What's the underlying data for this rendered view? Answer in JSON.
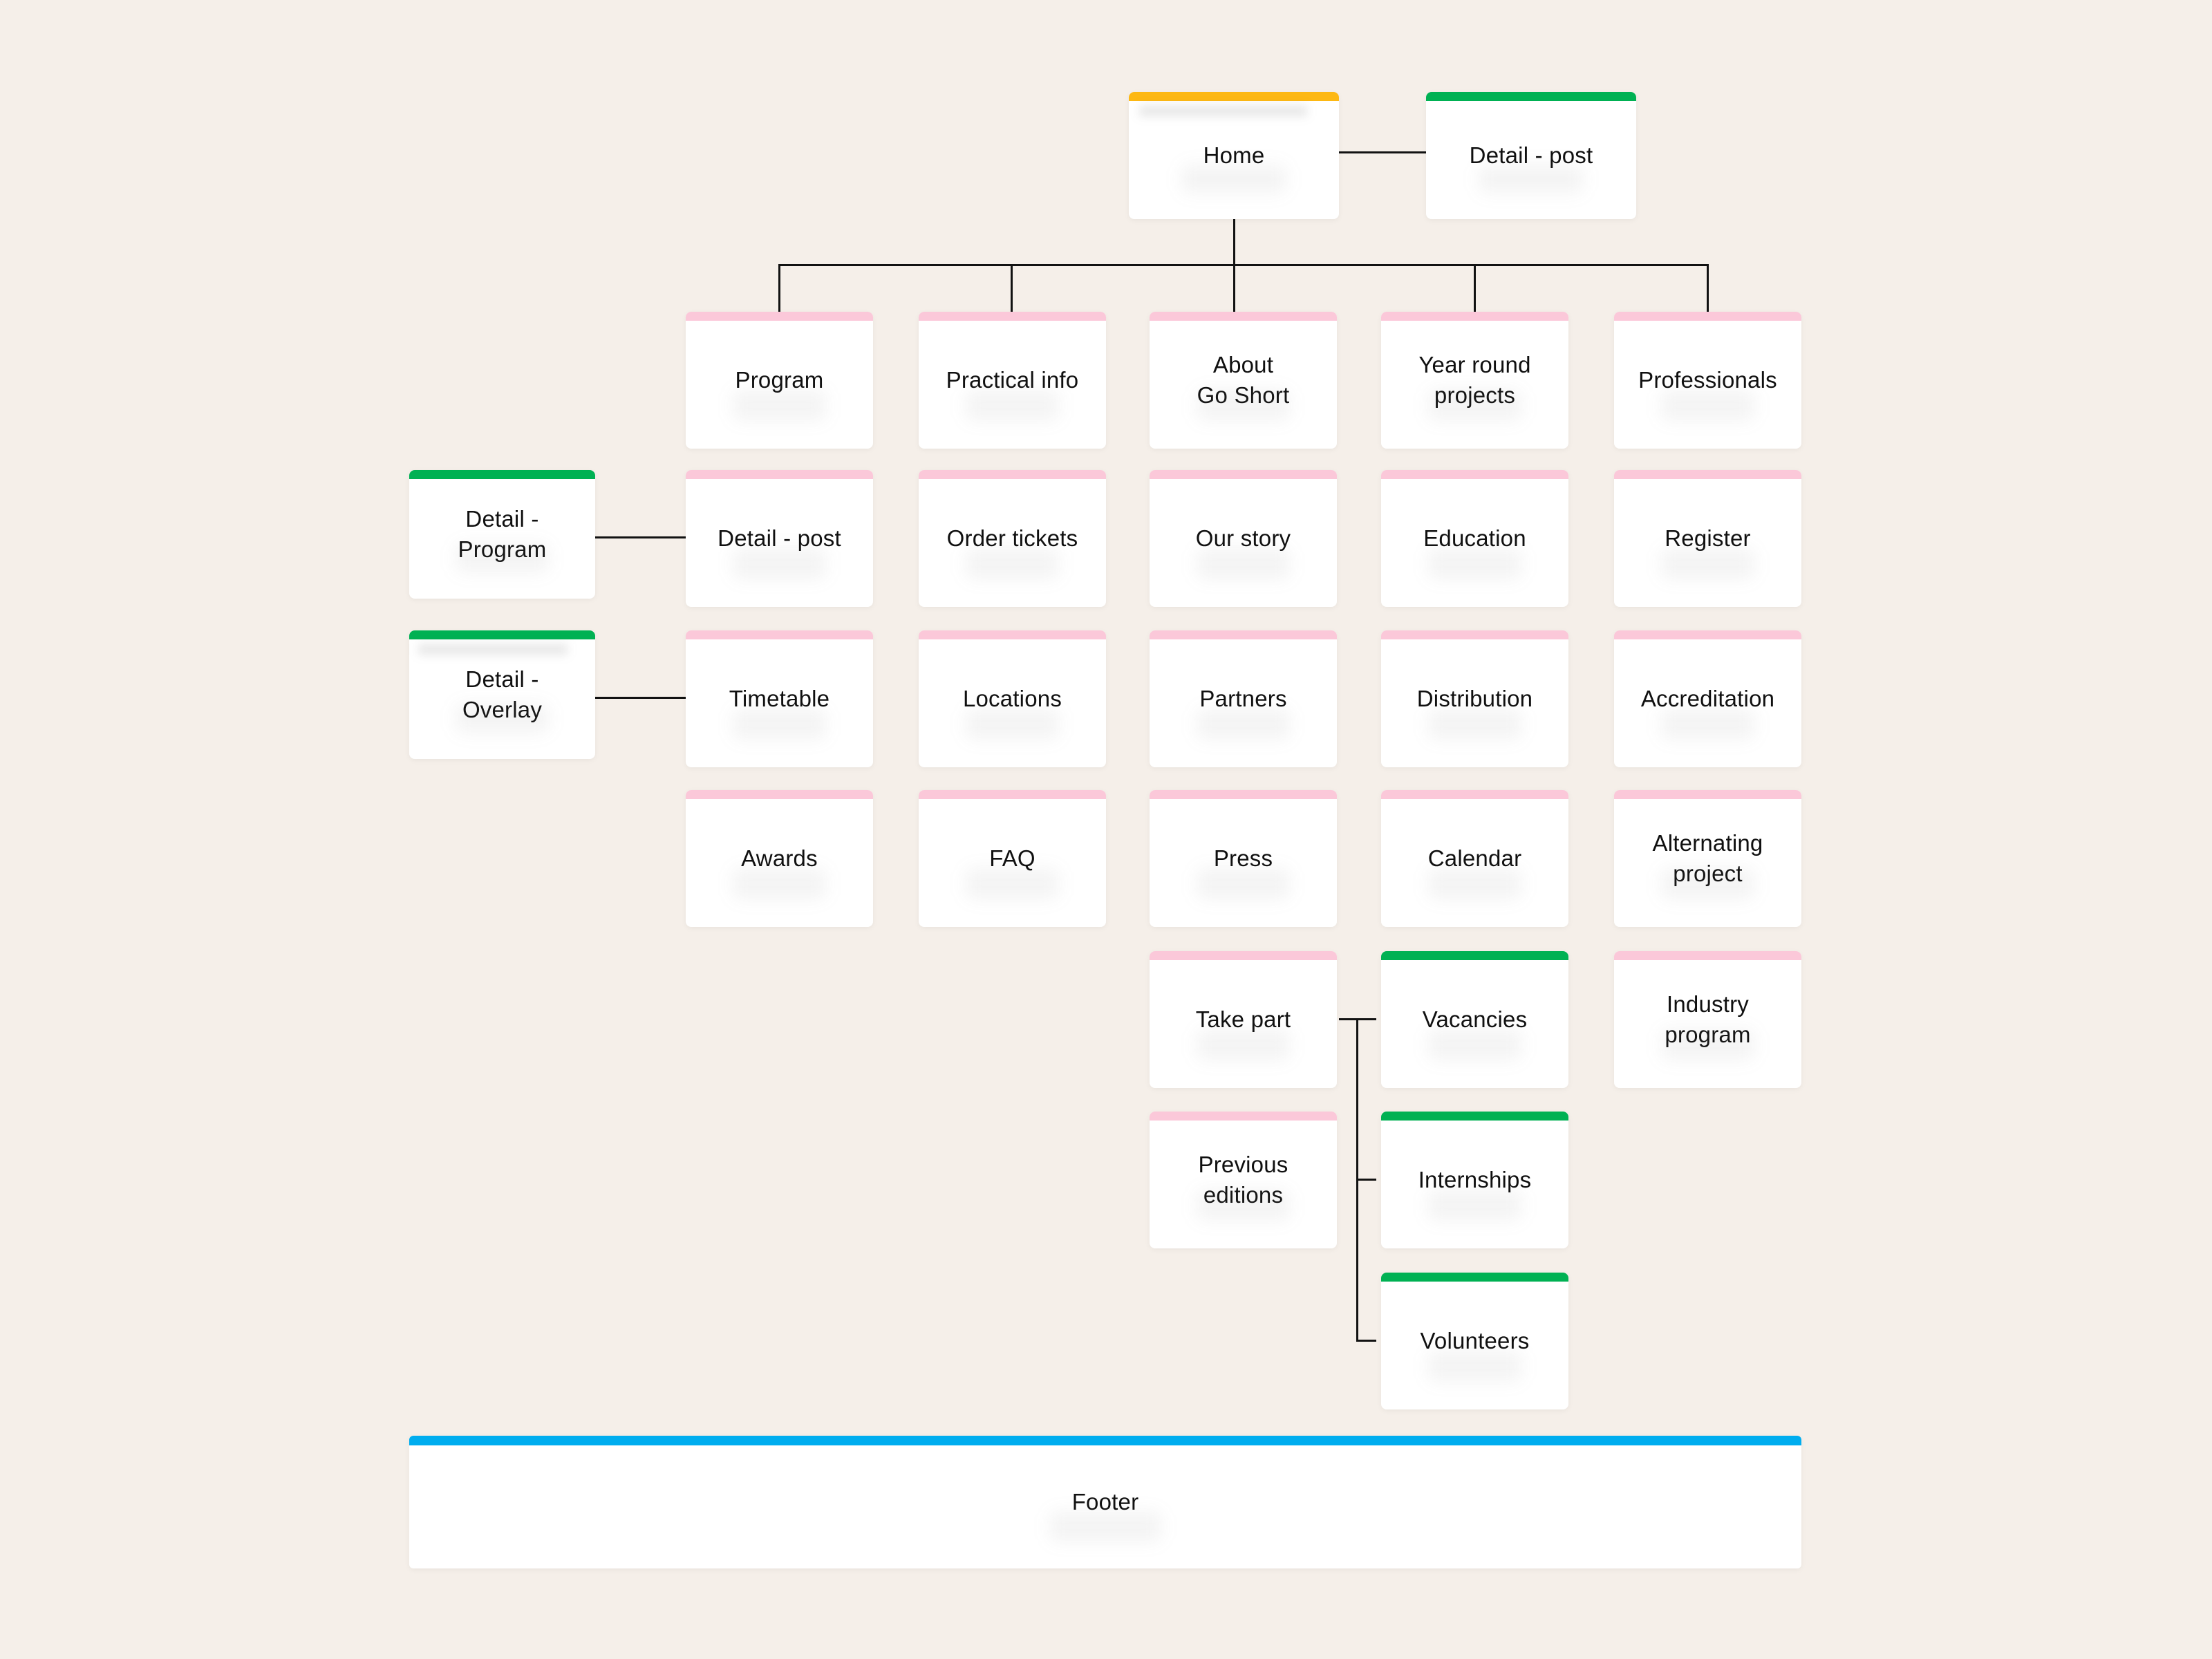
{
  "palette": {
    "yellow": "#fdb813",
    "green": "#00b153",
    "pink": "#fbc8d9",
    "blue": "#00adef",
    "background": "#f5efe9",
    "line": "#121212",
    "card": "#ffffff"
  },
  "nodes": {
    "home": {
      "label": "Home",
      "accent": "yellow"
    },
    "detail_post_top": {
      "label": "Detail - post",
      "accent": "green"
    },
    "program": {
      "label": "Program",
      "accent": "pink"
    },
    "practical_info": {
      "label": "Practical info",
      "accent": "pink"
    },
    "about_go_short": {
      "label": "About\nGo Short",
      "accent": "pink"
    },
    "year_round_projects": {
      "label": "Year round\nprojects",
      "accent": "pink"
    },
    "professionals": {
      "label": "Professionals",
      "accent": "pink"
    },
    "detail_program": {
      "label": "Detail -\nProgram",
      "accent": "green"
    },
    "detail_overlay": {
      "label": "Detail -\nOverlay",
      "accent": "green"
    },
    "detail_post": {
      "label": "Detail - post",
      "accent": "pink"
    },
    "order_tickets": {
      "label": "Order tickets",
      "accent": "pink"
    },
    "our_story": {
      "label": "Our story",
      "accent": "pink"
    },
    "education": {
      "label": "Education",
      "accent": "pink"
    },
    "register": {
      "label": "Register",
      "accent": "pink"
    },
    "timetable": {
      "label": "Timetable",
      "accent": "pink"
    },
    "locations": {
      "label": "Locations",
      "accent": "pink"
    },
    "partners": {
      "label": "Partners",
      "accent": "pink"
    },
    "distribution": {
      "label": "Distribution",
      "accent": "pink"
    },
    "accreditation": {
      "label": "Accreditation",
      "accent": "pink"
    },
    "awards": {
      "label": "Awards",
      "accent": "pink"
    },
    "faq": {
      "label": "FAQ",
      "accent": "pink"
    },
    "press": {
      "label": "Press",
      "accent": "pink"
    },
    "calendar": {
      "label": "Calendar",
      "accent": "pink"
    },
    "alternating_project": {
      "label": "Alternating\nproject",
      "accent": "pink"
    },
    "take_part": {
      "label": "Take part",
      "accent": "pink"
    },
    "vacancies": {
      "label": "Vacancies",
      "accent": "green"
    },
    "industry_program": {
      "label": "Industry\nprogram",
      "accent": "pink"
    },
    "previous_editions": {
      "label": "Previous\neditions",
      "accent": "pink"
    },
    "internships": {
      "label": "Internships",
      "accent": "green"
    },
    "volunteers": {
      "label": "Volunteers",
      "accent": "green"
    },
    "footer": {
      "label": "Footer",
      "accent": "blue"
    }
  }
}
